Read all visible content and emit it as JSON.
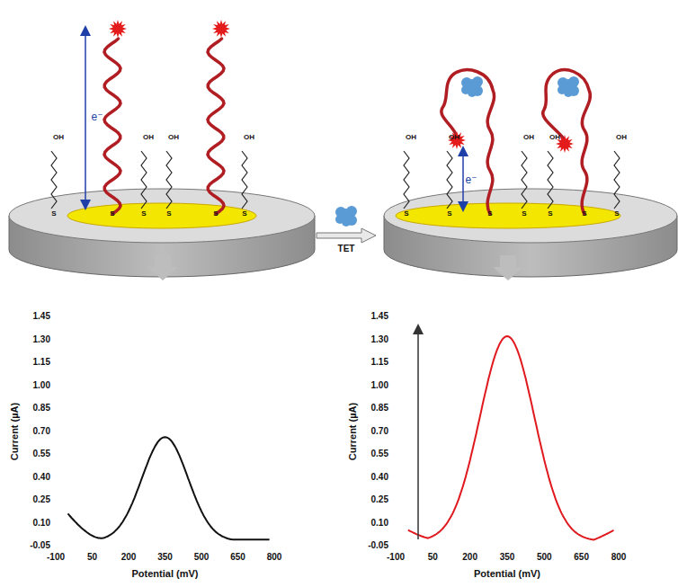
{
  "diagram": {
    "labels": [
      "e⁻",
      "OH",
      "OH",
      "OH",
      "OH",
      "S",
      "S",
      "S",
      "S",
      "S",
      "S",
      "TET",
      "e⁻",
      "OH",
      "OH",
      "OH",
      "OH",
      "OH",
      "S",
      "S",
      "S",
      "S",
      "S",
      "S",
      "S",
      "1.45",
      "1.30",
      "1.15",
      "1.00",
      "0.85",
      "0.70",
      "0.55",
      "0.40",
      "0.25",
      "0.10",
      "-0.05",
      "-100",
      "50",
      "200",
      "350",
      "500",
      "650",
      "800",
      "Current (µA)",
      "Potential (mV)",
      "1.45",
      "1.30",
      "1.15",
      "1.00",
      "0.85",
      "0.70",
      "0.55",
      "0.40",
      "0.25",
      "0.10",
      "-0.05",
      "-100",
      "50",
      "200",
      "350",
      "500",
      "650",
      "800",
      "Current (µA)",
      "Potential (mV)"
    ]
  }
}
